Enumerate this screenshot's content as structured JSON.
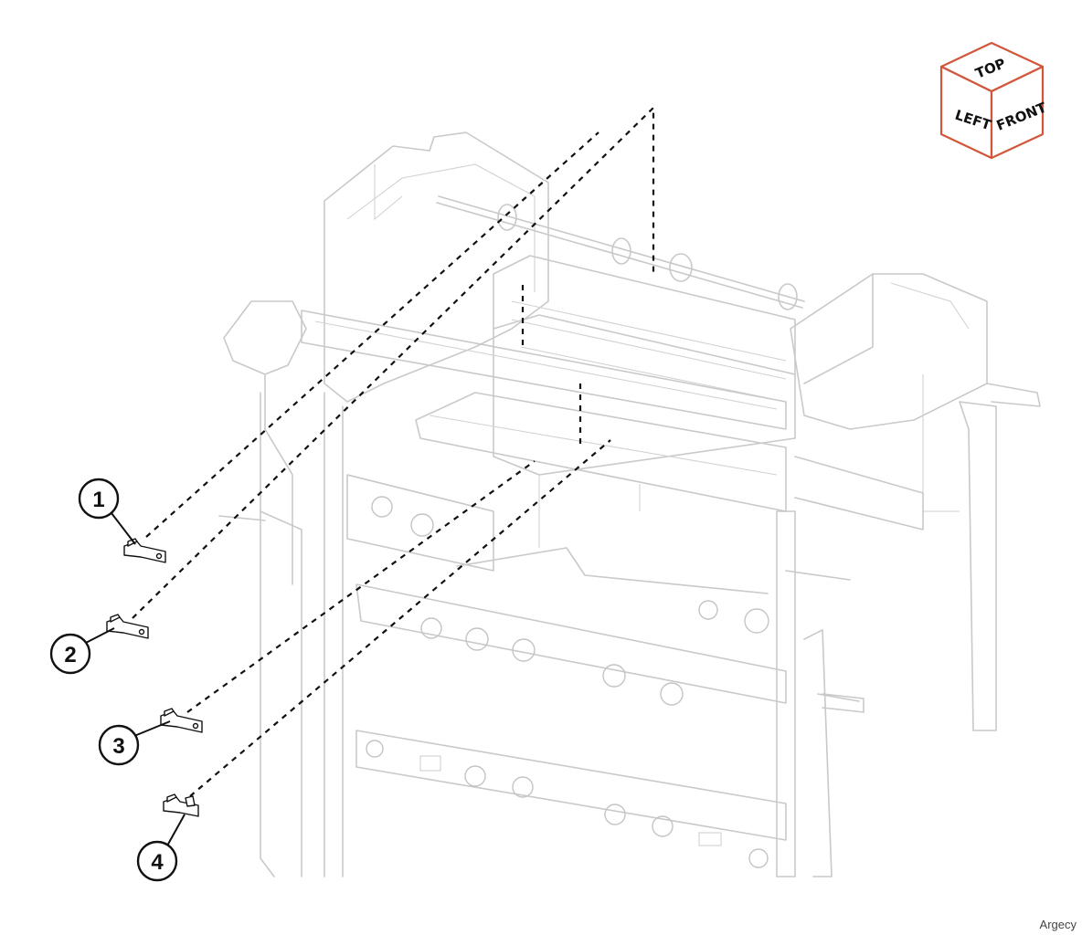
{
  "orientation_cube": {
    "top": "TOP",
    "left": "LEFT",
    "front": "FRONT",
    "edge_color": "#d2563a"
  },
  "callouts": [
    {
      "label": "1",
      "part": "sensor"
    },
    {
      "label": "2",
      "part": "sensor"
    },
    {
      "label": "3",
      "part": "sensor"
    },
    {
      "label": "4",
      "part": "sensor"
    }
  ],
  "watermark": "Argecy"
}
